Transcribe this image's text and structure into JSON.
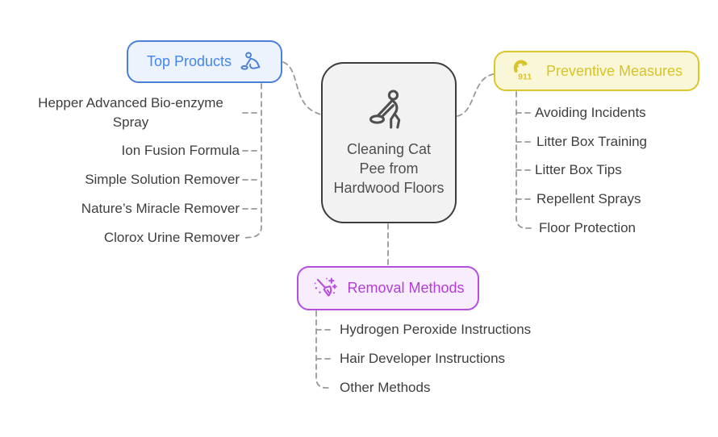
{
  "diagram": {
    "type": "mindmap",
    "center": {
      "title": "Cleaning Cat Pee from Hardwood Floors",
      "icon": "person-mopping-icon"
    },
    "branches": {
      "top_products": {
        "label": "Top Products",
        "icon": "person-scrubbing-icon",
        "accent_color": "#4285f4",
        "border_color": "#4b80d6",
        "background_color": "#ecf3fd",
        "items": [
          "Hepper Advanced Bio-enzyme Spray",
          "Ion Fusion Formula",
          "Simple Solution Remover",
          "Nature’s Miracle Remover",
          "Clorox Urine Remover"
        ]
      },
      "preventive_measures": {
        "label": "Preventive Measures",
        "icon": "emergency-call-911-icon",
        "accent_color": "#d9c32a",
        "border_color": "#dcc62a",
        "background_color": "#faf6d8",
        "items": [
          "Avoiding Incidents",
          "Litter Box Training",
          "Litter Box Tips",
          "Repellent Sprays",
          "Floor Protection"
        ]
      },
      "removal_methods": {
        "label": "Removal Methods",
        "icon": "magic-broom-icon",
        "accent_color": "#b23ddb",
        "border_color": "#b550de",
        "background_color": "#f8edfd",
        "items": [
          "Hydrogen Peroxide Instructions",
          "Hair Developer Instructions",
          "Other Methods"
        ]
      }
    },
    "connector_color": "#999999",
    "central_border_color": "#3d3d3d",
    "central_background_color": "#f2f2f2",
    "item_text_color": "#3e3e3e"
  }
}
